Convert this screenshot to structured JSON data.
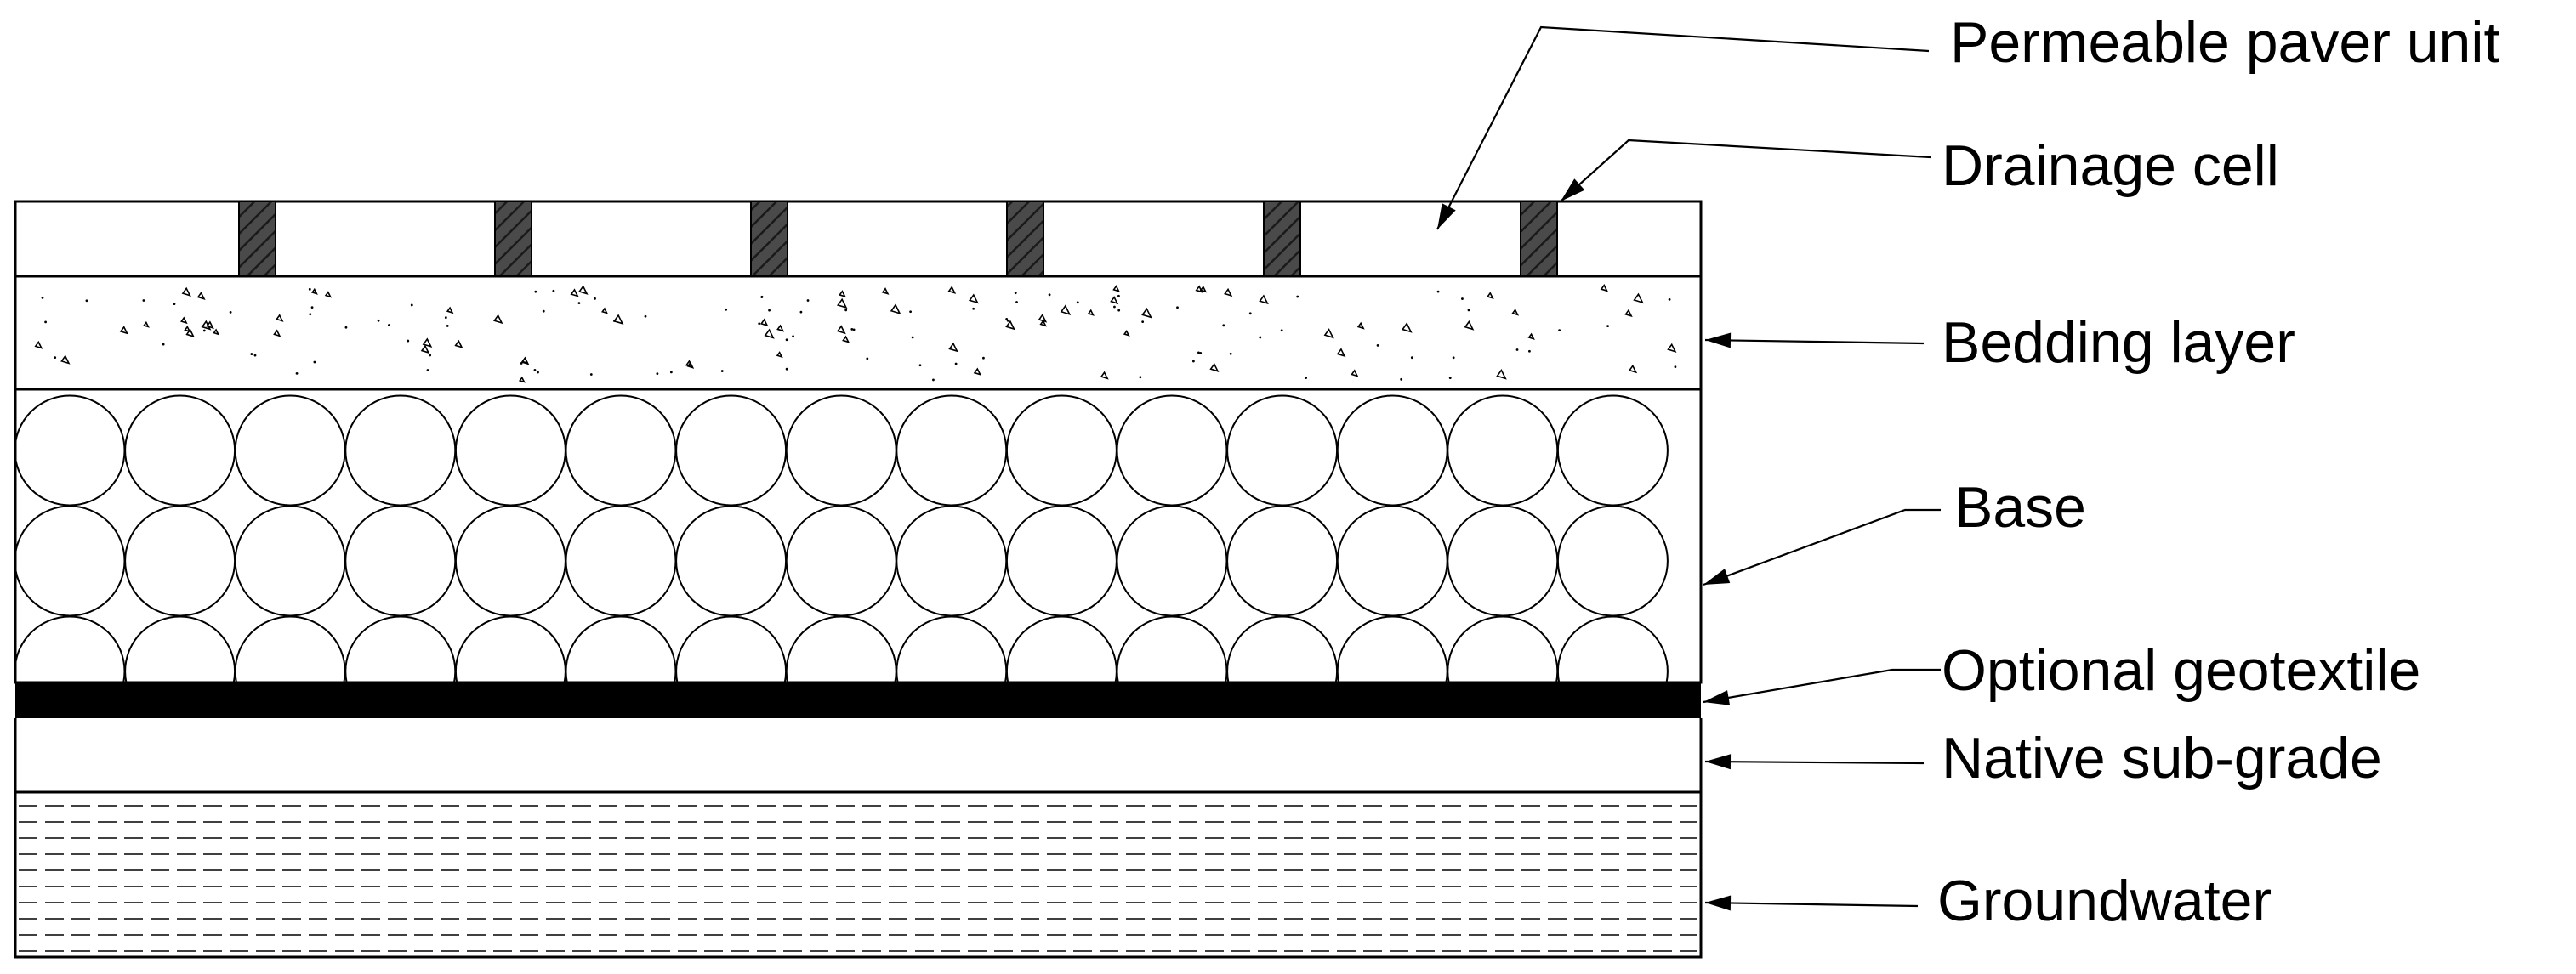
{
  "labels": {
    "paver": "Permeable paver unit",
    "drainage": "Drainage cell",
    "bedding": "Bedding layer",
    "base": "Base",
    "geotextile": "Optional geotextile",
    "subgrade": "Native sub-grade",
    "groundwater": "Groundwater"
  },
  "layers": [
    {
      "id": "paver",
      "name": "Permeable paver unit"
    },
    {
      "id": "bedding",
      "name": "Bedding layer"
    },
    {
      "id": "base",
      "name": "Base"
    },
    {
      "id": "geotextile",
      "name": "Optional geotextile"
    },
    {
      "id": "subgrade",
      "name": "Native sub-grade"
    },
    {
      "id": "groundwater",
      "name": "Groundwater"
    }
  ],
  "drainage_cell_count": 6,
  "base_aggregate": {
    "rows": 3,
    "columns": 15
  },
  "colors": {
    "line": "#000000",
    "background": "#ffffff",
    "geotextile": "#000000",
    "drainage_cell": "#444444"
  }
}
